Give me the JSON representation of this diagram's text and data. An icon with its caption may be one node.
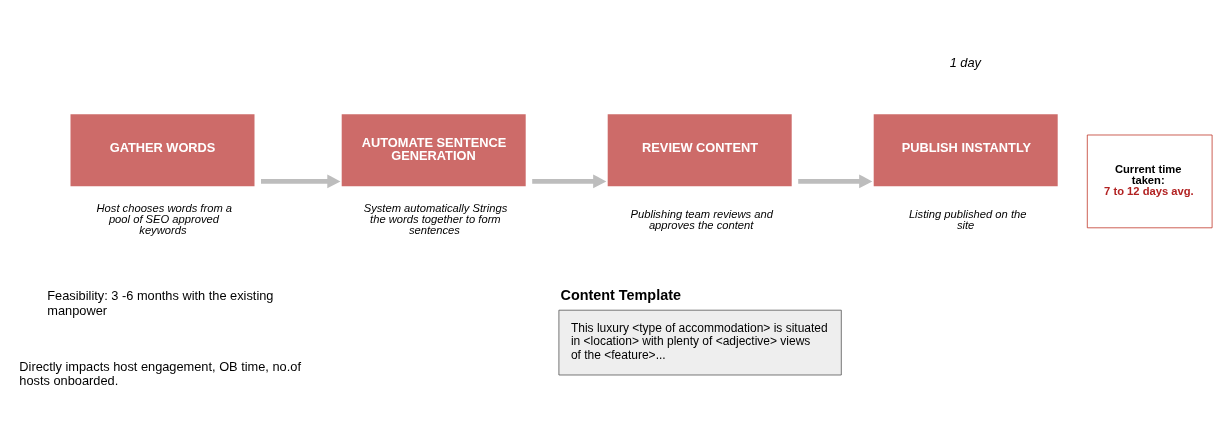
{
  "diagram": {
    "nodes": [
      {
        "text": [
          "GATHER WORDS"
        ],
        "beside": [
          "Host chooses words from a pool of SEO approved keywords"
        ]
      },
      {
        "text": [
          "AUTOMATE SENTENCE GENERATION"
        ],
        "beside": [
          "System automatically Strings the words together to form sentences"
        ]
      },
      {
        "text": [
          "REVIEW CONTENT"
        ],
        "beside": [
          "Publishing team reviews and approves the content"
        ]
      },
      {
        "text": [
          "PUBLISH INSTANTLY"
        ],
        "beside": [
          "Listing published on the site"
        ]
      },
      {
        "text": [
          "Current time taken:",
          "7 to 12 days avg."
        ]
      },
      {
        "text": [
          "Content Template",
          "This luxury <type of accommodation> is situated in <location> with plenty of <adjective> views of the <feature>..."
        ]
      }
    ],
    "edges": [
      {
        "from": 0,
        "to": 1,
        "arrow": "to"
      },
      {
        "from": 1,
        "to": 2,
        "arrow": "to"
      },
      {
        "from": 2,
        "to": 3,
        "arrow": "to"
      }
    ],
    "labels": [
      "1 day",
      "Feasibility: 3 -6 months with the existing manpower",
      "Directly impacts host engagement, OB time, no.of hosts onboarded."
    ]
  }
}
